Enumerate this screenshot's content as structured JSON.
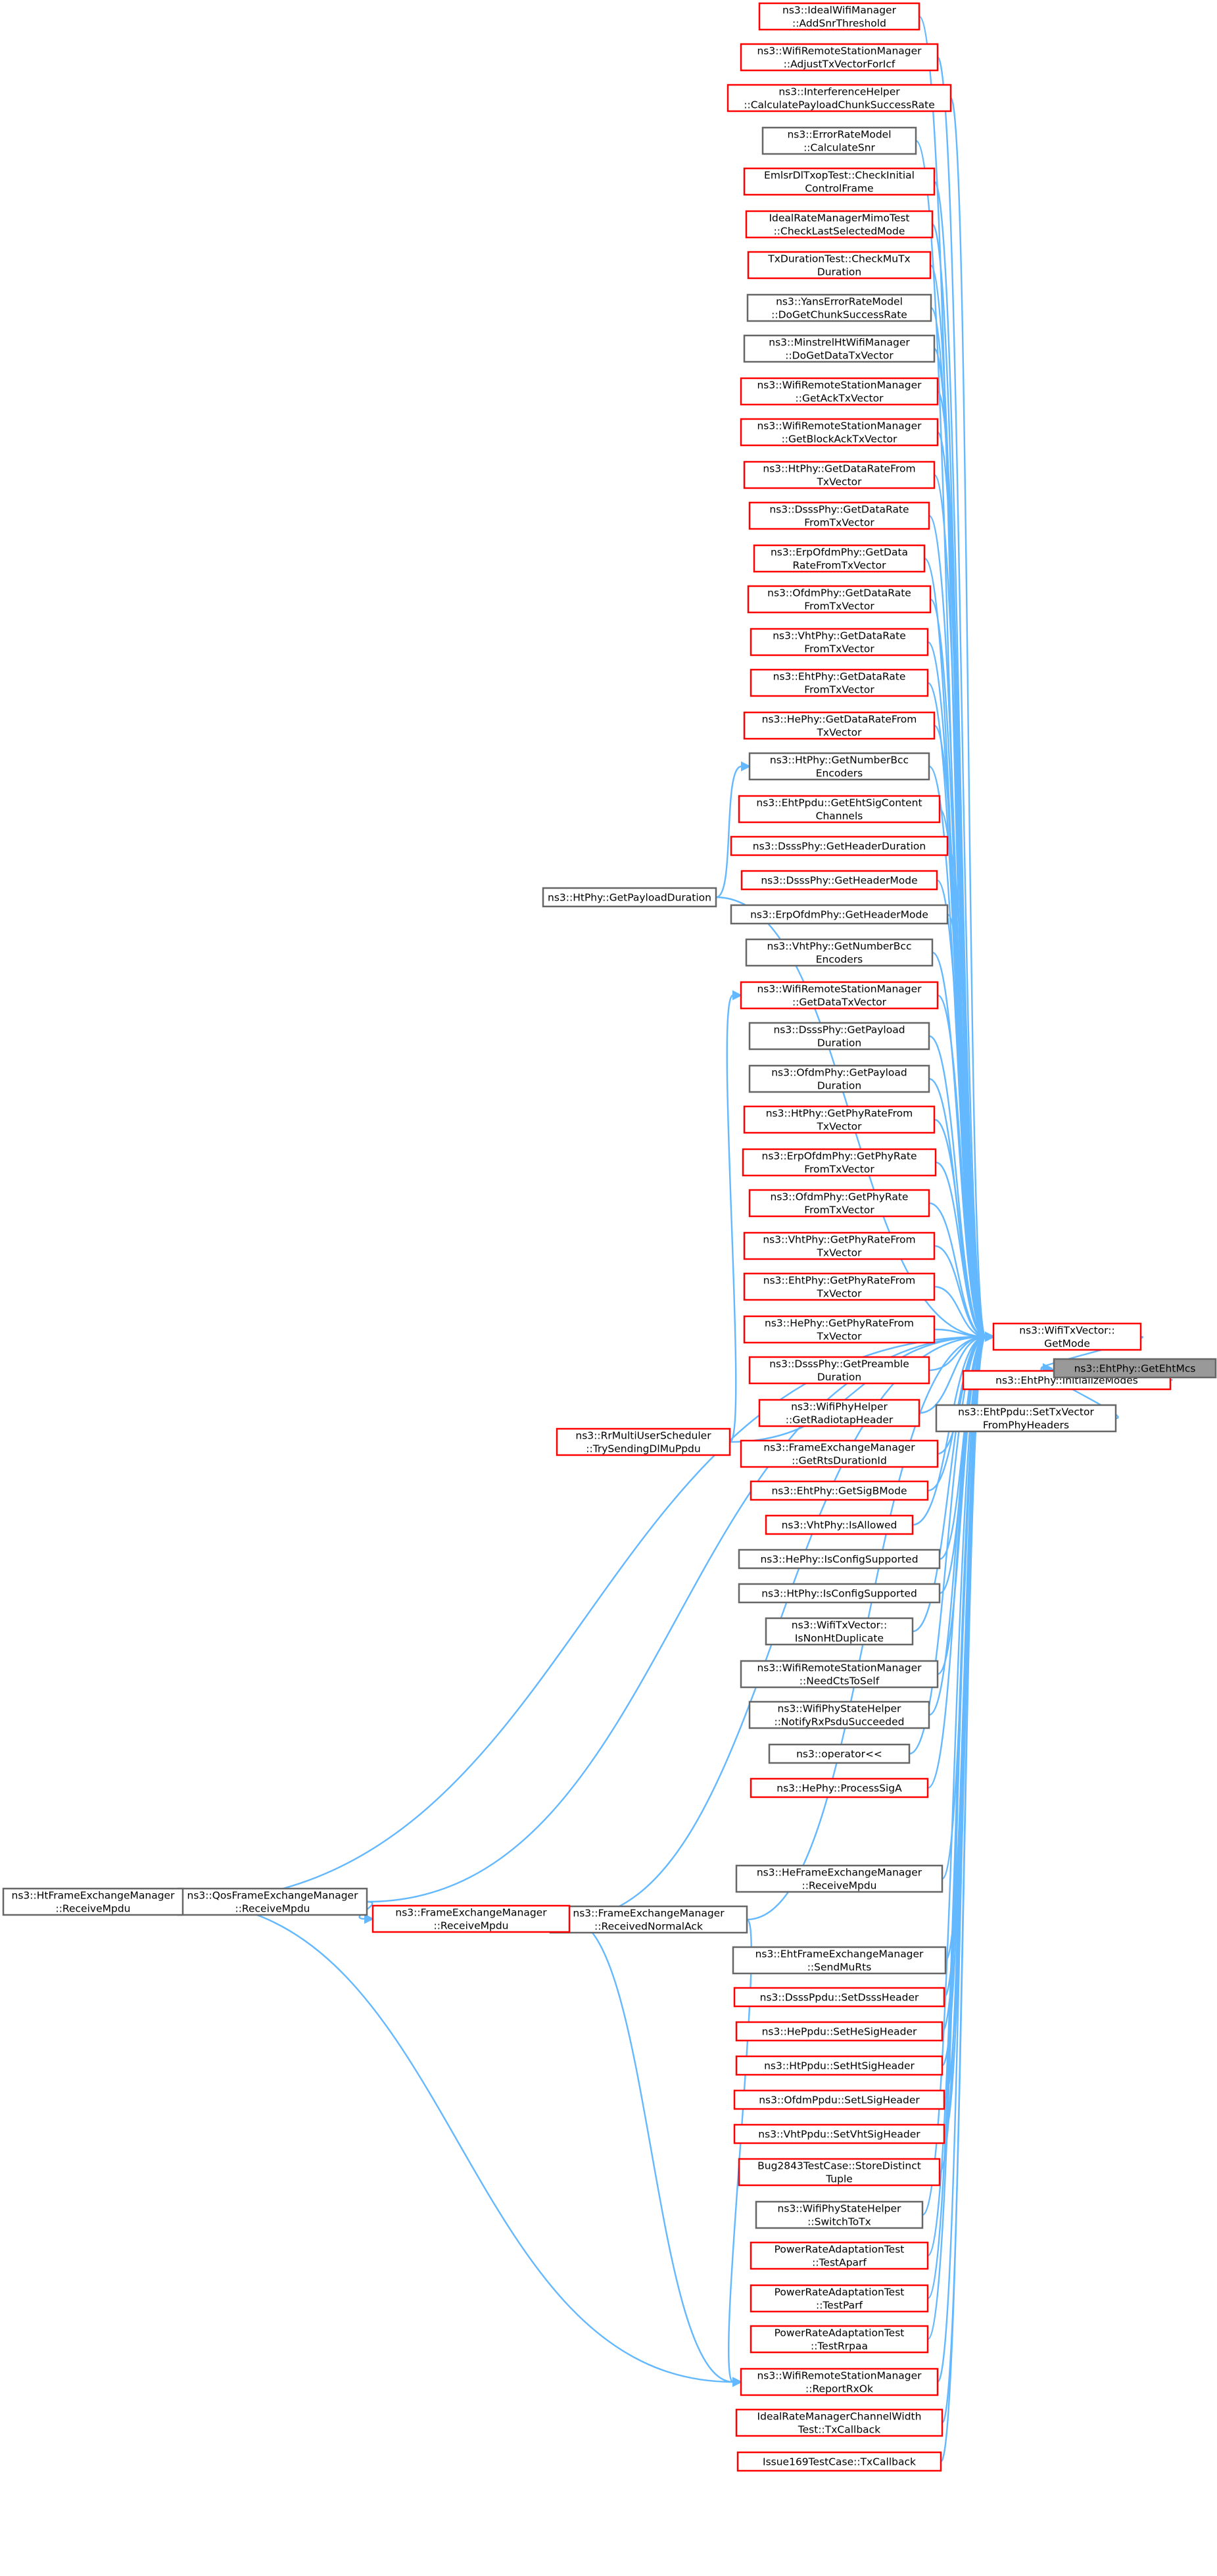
{
  "colors": {
    "edge": "#63b8ff",
    "node_fill": "#ffffff",
    "border_default": "#666666",
    "border_red": "#ff0000",
    "focus_fill": "#999999"
  },
  "graph": {
    "nodes": [
      {
        "id": "IdealAddSnr",
        "lines": [
          "ns3::IdealWifiManager",
          "::AddSnrThreshold"
        ],
        "style": "red"
      },
      {
        "id": "AdjustTx",
        "lines": [
          "ns3::WifiRemoteStationManager",
          "::AdjustTxVectorForIcf"
        ],
        "style": "red"
      },
      {
        "id": "CalcPayload",
        "lines": [
          "ns3::InterferenceHelper",
          "::CalculatePayloadChunkSuccessRate"
        ],
        "style": "red"
      },
      {
        "id": "ErrCalcSnr",
        "lines": [
          "ns3::ErrorRateModel",
          "::CalculateSnr"
        ],
        "style": "gray"
      },
      {
        "id": "EmlsrCheck",
        "lines": [
          "EmlsrDlTxopTest::CheckInitial",
          "ControlFrame"
        ],
        "style": "red"
      },
      {
        "id": "IdealMimo",
        "lines": [
          "IdealRateManagerMimoTest",
          "::CheckLastSelectedMode"
        ],
        "style": "red"
      },
      {
        "id": "TxDurMu",
        "lines": [
          "TxDurationTest::CheckMuTx",
          "Duration"
        ],
        "style": "red"
      },
      {
        "id": "YansChunk",
        "lines": [
          "ns3::YansErrorRateModel",
          "::DoGetChunkSuccessRate"
        ],
        "style": "gray"
      },
      {
        "id": "MinstrelData",
        "lines": [
          "ns3::MinstrelHtWifiManager",
          "::DoGetDataTxVector"
        ],
        "style": "gray"
      },
      {
        "id": "GetAckTx",
        "lines": [
          "ns3::WifiRemoteStationManager",
          "::GetAckTxVector"
        ],
        "style": "red"
      },
      {
        "id": "GetBlockAck",
        "lines": [
          "ns3::WifiRemoteStationManager",
          "::GetBlockAckTxVector"
        ],
        "style": "red"
      },
      {
        "id": "HtDataRate",
        "lines": [
          "ns3::HtPhy::GetDataRateFrom",
          "TxVector"
        ],
        "style": "red"
      },
      {
        "id": "DsssDataRate",
        "lines": [
          "ns3::DsssPhy::GetDataRate",
          "FromTxVector"
        ],
        "style": "red"
      },
      {
        "id": "ErpDataRate",
        "lines": [
          "ns3::ErpOfdmPhy::GetData",
          "RateFromTxVector"
        ],
        "style": "red"
      },
      {
        "id": "OfdmDataRate",
        "lines": [
          "ns3::OfdmPhy::GetDataRate",
          "FromTxVector"
        ],
        "style": "red"
      },
      {
        "id": "VhtDataRate",
        "lines": [
          "ns3::VhtPhy::GetDataRate",
          "FromTxVector"
        ],
        "style": "red"
      },
      {
        "id": "EhtDataRate",
        "lines": [
          "ns3::EhtPhy::GetDataRate",
          "FromTxVector"
        ],
        "style": "red"
      },
      {
        "id": "HeDataRate",
        "lines": [
          "ns3::HePhy::GetDataRateFrom",
          "TxVector"
        ],
        "style": "red"
      },
      {
        "id": "HtNumBcc",
        "lines": [
          "ns3::HtPhy::GetNumberBcc",
          "Encoders"
        ],
        "style": "gray"
      },
      {
        "id": "EhtSigCont",
        "lines": [
          "ns3::EhtPpdu::GetEhtSigContent",
          "Channels"
        ],
        "style": "red"
      },
      {
        "id": "DsssHdrDur",
        "lines": [
          "ns3::DsssPhy::GetHeaderDuration"
        ],
        "style": "red"
      },
      {
        "id": "DsssHdrMode",
        "lines": [
          "ns3::DsssPhy::GetHeaderMode"
        ],
        "style": "red"
      },
      {
        "id": "ErpHdrMode",
        "lines": [
          "ns3::ErpOfdmPhy::GetHeaderMode"
        ],
        "style": "gray"
      },
      {
        "id": "VhtNumBcc",
        "lines": [
          "ns3::VhtPhy::GetNumberBcc",
          "Encoders"
        ],
        "style": "gray"
      },
      {
        "id": "GetDataTx",
        "lines": [
          "ns3::WifiRemoteStationManager",
          "::GetDataTxVector"
        ],
        "style": "red"
      },
      {
        "id": "DsssPayDur",
        "lines": [
          "ns3::DsssPhy::GetPayload",
          "Duration"
        ],
        "style": "gray"
      },
      {
        "id": "OfdmPayDur",
        "lines": [
          "ns3::OfdmPhy::GetPayload",
          "Duration"
        ],
        "style": "gray"
      },
      {
        "id": "HtPhyRate",
        "lines": [
          "ns3::HtPhy::GetPhyRateFrom",
          "TxVector"
        ],
        "style": "red"
      },
      {
        "id": "ErpPhyRate",
        "lines": [
          "ns3::ErpOfdmPhy::GetPhyRate",
          "FromTxVector"
        ],
        "style": "red"
      },
      {
        "id": "OfdmPhyRate",
        "lines": [
          "ns3::OfdmPhy::GetPhyRate",
          "FromTxVector"
        ],
        "style": "red"
      },
      {
        "id": "VhtPhyRate",
        "lines": [
          "ns3::VhtPhy::GetPhyRateFrom",
          "TxVector"
        ],
        "style": "red"
      },
      {
        "id": "EhtPhyRate",
        "lines": [
          "ns3::EhtPhy::GetPhyRateFrom",
          "TxVector"
        ],
        "style": "red"
      },
      {
        "id": "HePhyRate",
        "lines": [
          "ns3::HePhy::GetPhyRateFrom",
          "TxVector"
        ],
        "style": "red"
      },
      {
        "id": "DsssPreamble",
        "lines": [
          "ns3::DsssPhy::GetPreamble",
          "Duration"
        ],
        "style": "red"
      },
      {
        "id": "Radiotap",
        "lines": [
          "ns3::WifiPhyHelper",
          "::GetRadiotapHeader"
        ],
        "style": "red"
      },
      {
        "id": "RtsDurId",
        "lines": [
          "ns3::FrameExchangeManager",
          "::GetRtsDurationId"
        ],
        "style": "red"
      },
      {
        "id": "SigBMode",
        "lines": [
          "ns3::EhtPhy::GetSigBMode"
        ],
        "style": "red"
      },
      {
        "id": "VhtIsAllowed",
        "lines": [
          "ns3::VhtPhy::IsAllowed"
        ],
        "style": "red"
      },
      {
        "id": "HeConfig",
        "lines": [
          "ns3::HePhy::IsConfigSupported"
        ],
        "style": "gray"
      },
      {
        "id": "HtConfig",
        "lines": [
          "ns3::HtPhy::IsConfigSupported"
        ],
        "style": "gray"
      },
      {
        "id": "NonHtDup",
        "lines": [
          "ns3::WifiTxVector::",
          "IsNonHtDuplicate"
        ],
        "style": "gray"
      },
      {
        "id": "NeedCts",
        "lines": [
          "ns3::WifiRemoteStationManager",
          "::NeedCtsToSelf"
        ],
        "style": "gray"
      },
      {
        "id": "NotifyRx",
        "lines": [
          "ns3::WifiPhyStateHelper",
          "::NotifyRxPsduSucceeded"
        ],
        "style": "gray"
      },
      {
        "id": "OpLshift",
        "lines": [
          "ns3::operator<<"
        ],
        "style": "gray"
      },
      {
        "id": "ProcessSigA",
        "lines": [
          "ns3::HePhy::ProcessSigA"
        ],
        "style": "red"
      },
      {
        "id": "HeRecvMpdu",
        "lines": [
          "ns3::HeFrameExchangeManager",
          "::ReceiveMpdu"
        ],
        "style": "gray"
      },
      {
        "id": "RecvNormalAck",
        "lines": [
          "ns3::FrameExchangeManager",
          "::ReceivedNormalAck"
        ],
        "style": "gray"
      },
      {
        "id": "EhtSendMu",
        "lines": [
          "ns3::EhtFrameExchangeManager",
          "::SendMuRts"
        ],
        "style": "gray"
      },
      {
        "id": "SetDsss",
        "lines": [
          "ns3::DsssPpdu::SetDsssHeader"
        ],
        "style": "red"
      },
      {
        "id": "SetHeSig",
        "lines": [
          "ns3::HePpdu::SetHeSigHeader"
        ],
        "style": "red"
      },
      {
        "id": "SetHtSig",
        "lines": [
          "ns3::HtPpdu::SetHtSigHeader"
        ],
        "style": "red"
      },
      {
        "id": "SetLSig",
        "lines": [
          "ns3::OfdmPpdu::SetLSigHeader"
        ],
        "style": "red"
      },
      {
        "id": "SetVhtSig",
        "lines": [
          "ns3::VhtPpdu::SetVhtSigHeader"
        ],
        "style": "red"
      },
      {
        "id": "Bug2843",
        "lines": [
          "Bug2843TestCase::StoreDistinct",
          "Tuple"
        ],
        "style": "red"
      },
      {
        "id": "SwitchToTx",
        "lines": [
          "ns3::WifiPhyStateHelper",
          "::SwitchToTx"
        ],
        "style": "gray"
      },
      {
        "id": "TestAparf",
        "lines": [
          "PowerRateAdaptationTest",
          "::TestAparf"
        ],
        "style": "red"
      },
      {
        "id": "TestParf",
        "lines": [
          "PowerRateAdaptationTest",
          "::TestParf"
        ],
        "style": "red"
      },
      {
        "id": "TestRrpaa",
        "lines": [
          "PowerRateAdaptationTest",
          "::TestRrpaa"
        ],
        "style": "red"
      },
      {
        "id": "ReportRxOk",
        "lines": [
          "ns3::WifiRemoteStationManager",
          "::ReportRxOk"
        ],
        "style": "red"
      },
      {
        "id": "IdealChWidth",
        "lines": [
          "IdealRateManagerChannelWidth",
          "Test::TxCallback"
        ],
        "style": "red"
      },
      {
        "id": "Issue169",
        "lines": [
          "Issue169TestCase::TxCallback"
        ],
        "style": "red"
      },
      {
        "id": "GetMode",
        "lines": [
          "ns3::WifiTxVector::",
          "GetMode"
        ],
        "style": "red"
      },
      {
        "id": "InitModes",
        "lines": [
          "ns3::EhtPhy::InitializeModes"
        ],
        "style": "red"
      },
      {
        "id": "SetTxVec",
        "lines": [
          "ns3::EhtPpdu::SetTxVector",
          "FromPhyHeaders"
        ],
        "style": "gray"
      },
      {
        "id": "GetEhtMcs",
        "lines": [
          "ns3::EhtPhy::GetEhtMcs"
        ],
        "style": "focus"
      },
      {
        "id": "HtPayDur",
        "lines": [
          "ns3::HtPhy::GetPayloadDuration"
        ],
        "style": "gray"
      },
      {
        "id": "RrMulti",
        "lines": [
          "ns3::RrMultiUserScheduler",
          "::TrySendingDlMuPpdu"
        ],
        "style": "red"
      },
      {
        "id": "FemRecv",
        "lines": [
          "ns3::FrameExchangeManager",
          "::ReceiveMpdu"
        ],
        "style": "red"
      },
      {
        "id": "QosRecv",
        "lines": [
          "ns3::QosFrameExchangeManager",
          "::ReceiveMpdu"
        ],
        "style": "gray"
      },
      {
        "id": "HtFemRecv",
        "lines": [
          "ns3::HtFrameExchangeManager",
          "::ReceiveMpdu"
        ],
        "style": "gray"
      }
    ],
    "edges": [
      [
        "GetMode",
        "IdealAddSnr"
      ],
      [
        "GetMode",
        "AdjustTx"
      ],
      [
        "GetMode",
        "CalcPayload"
      ],
      [
        "GetMode",
        "ErrCalcSnr"
      ],
      [
        "GetMode",
        "EmlsrCheck"
      ],
      [
        "GetMode",
        "IdealMimo"
      ],
      [
        "GetMode",
        "TxDurMu"
      ],
      [
        "GetMode",
        "YansChunk"
      ],
      [
        "GetMode",
        "MinstrelData"
      ],
      [
        "GetMode",
        "GetAckTx"
      ],
      [
        "GetMode",
        "GetBlockAck"
      ],
      [
        "GetMode",
        "HtDataRate"
      ],
      [
        "GetMode",
        "DsssDataRate"
      ],
      [
        "GetMode",
        "ErpDataRate"
      ],
      [
        "GetMode",
        "OfdmDataRate"
      ],
      [
        "GetMode",
        "VhtDataRate"
      ],
      [
        "GetMode",
        "EhtDataRate"
      ],
      [
        "GetMode",
        "HeDataRate"
      ],
      [
        "GetMode",
        "HtNumBcc"
      ],
      [
        "GetMode",
        "EhtSigCont"
      ],
      [
        "GetMode",
        "DsssHdrDur"
      ],
      [
        "GetMode",
        "DsssHdrMode"
      ],
      [
        "GetMode",
        "ErpHdrMode"
      ],
      [
        "GetMode",
        "HtPayDur"
      ],
      [
        "GetMode",
        "VhtNumBcc"
      ],
      [
        "GetMode",
        "GetDataTx"
      ],
      [
        "GetMode",
        "DsssPayDur"
      ],
      [
        "GetMode",
        "OfdmPayDur"
      ],
      [
        "GetMode",
        "HtPhyRate"
      ],
      [
        "GetMode",
        "ErpPhyRate"
      ],
      [
        "GetMode",
        "OfdmPhyRate"
      ],
      [
        "GetMode",
        "VhtPhyRate"
      ],
      [
        "GetMode",
        "EhtPhyRate"
      ],
      [
        "GetMode",
        "HePhyRate"
      ],
      [
        "GetMode",
        "DsssPreamble"
      ],
      [
        "GetMode",
        "Radiotap"
      ],
      [
        "GetMode",
        "RtsDurId"
      ],
      [
        "GetMode",
        "SigBMode"
      ],
      [
        "GetMode",
        "VhtIsAllowed"
      ],
      [
        "GetMode",
        "HeConfig"
      ],
      [
        "GetMode",
        "HtConfig"
      ],
      [
        "GetMode",
        "NonHtDup"
      ],
      [
        "GetMode",
        "NeedCts"
      ],
      [
        "GetMode",
        "NotifyRx"
      ],
      [
        "GetMode",
        "OpLshift"
      ],
      [
        "GetMode",
        "ProcessSigA"
      ],
      [
        "GetMode",
        "RrMulti"
      ],
      [
        "GetMode",
        "HtFemRecv"
      ],
      [
        "GetMode",
        "HeRecvMpdu"
      ],
      [
        "GetMode",
        "QosRecv"
      ],
      [
        "GetMode",
        "FemRecv"
      ],
      [
        "GetMode",
        "RecvNormalAck"
      ],
      [
        "GetMode",
        "EhtSendMu"
      ],
      [
        "GetMode",
        "SetDsss"
      ],
      [
        "GetMode",
        "SetHeSig"
      ],
      [
        "GetMode",
        "SetHtSig"
      ],
      [
        "GetMode",
        "SetLSig"
      ],
      [
        "GetMode",
        "SetVhtSig"
      ],
      [
        "GetMode",
        "Bug2843"
      ],
      [
        "GetMode",
        "SwitchToTx"
      ],
      [
        "GetMode",
        "TestAparf"
      ],
      [
        "GetMode",
        "TestParf"
      ],
      [
        "GetMode",
        "TestRrpaa"
      ],
      [
        "GetMode",
        "ReportRxOk"
      ],
      [
        "GetMode",
        "IdealChWidth"
      ],
      [
        "GetMode",
        "Issue169"
      ],
      [
        "GetEhtMcs",
        "GetMode"
      ],
      [
        "GetEhtMcs",
        "InitModes"
      ],
      [
        "GetEhtMcs",
        "SetTxVec"
      ],
      [
        "HtNumBcc",
        "HtPayDur"
      ],
      [
        "GetDataTx",
        "RrMulti"
      ],
      [
        "RecvNormalAck",
        "FemRecv"
      ],
      [
        "FemRecv",
        "QosRecv"
      ],
      [
        "QosRecv",
        "HtFemRecv"
      ],
      [
        "ReportRxOk",
        "FemRecv"
      ],
      [
        "ReportRxOk",
        "RecvNormalAck"
      ],
      [
        "ReportRxOk",
        "HtFemRecv"
      ]
    ]
  }
}
